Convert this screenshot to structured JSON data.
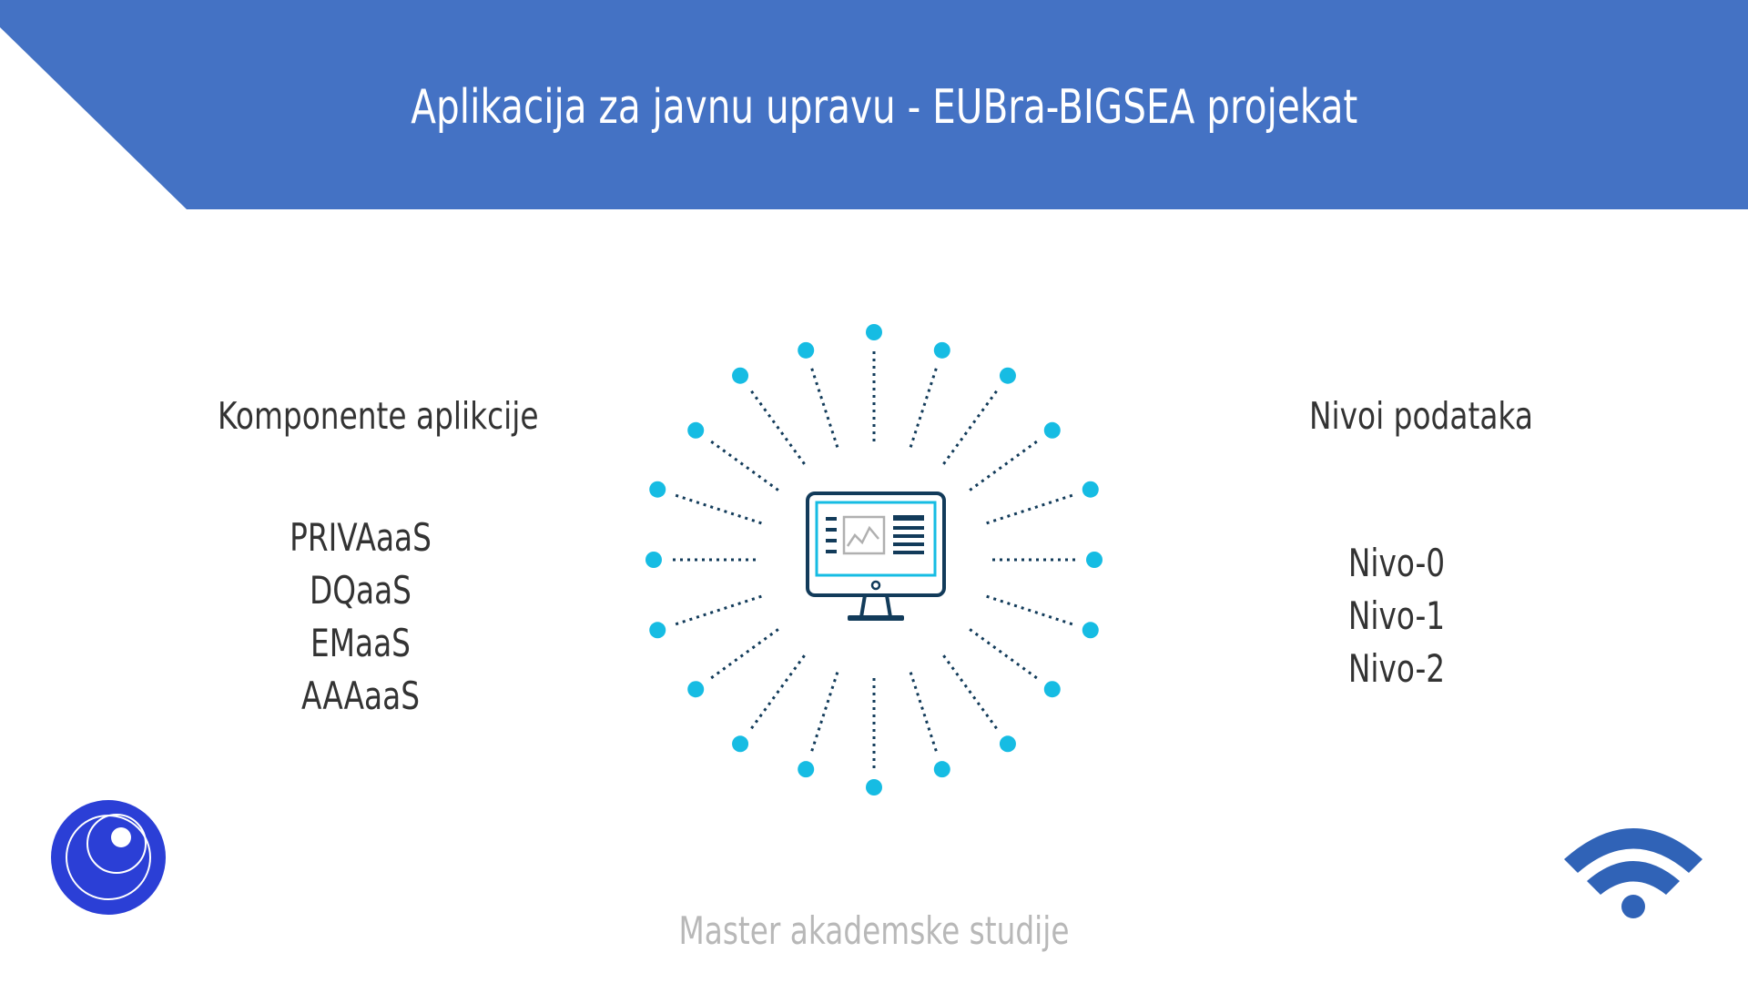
{
  "slide": {
    "title": "Aplikacija za javnu upravu - EUBra-BIGSEA projekat",
    "footer": "Master akademske studije"
  },
  "left_section": {
    "heading": "Komponente aplikcije",
    "items": [
      "PRIVAaaS",
      "DQaaS",
      "EMaaS",
      "AAAaaS"
    ]
  },
  "right_section": {
    "heading": "Nivoi podataka",
    "items": [
      "Nivo-0",
      "Nivo-1",
      "Nivo-2"
    ]
  },
  "graphic": {
    "center_icon": "monitor-icon",
    "node_icon": "network-node-icon",
    "node_count": 20
  },
  "logos": {
    "left": "circle-logo-icon",
    "right": "wifi-icon"
  },
  "colors": {
    "banner": "#4472C4",
    "node": "#16BCE3",
    "line": "#123B5A",
    "logo_left": "#2B3FD6",
    "logo_right": "#3063B7",
    "footer_text": "#B8B8B8"
  }
}
